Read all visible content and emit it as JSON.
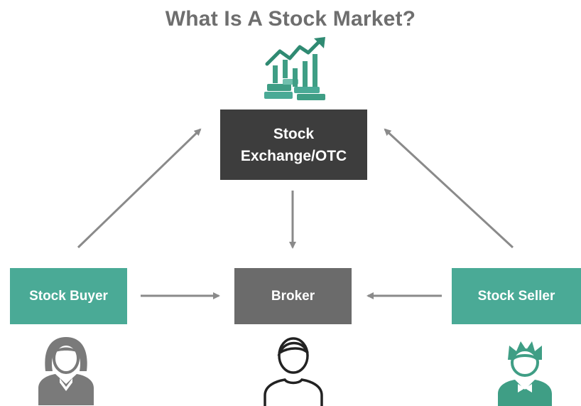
{
  "title": "What Is A Stock Market?",
  "nodes": {
    "exchange": "Stock Exchange/OTC",
    "broker": "Broker",
    "buyer": "Stock Buyer",
    "seller": "Stock Seller"
  },
  "colors": {
    "title": "#6e6e6e",
    "exchange": "#3d3d3d",
    "broker": "#6b6b6b",
    "teal": "#4aaa96",
    "arrow": "#8a8a8a",
    "person_gray": "#7a7a7a",
    "person_green": "#3f9e85"
  },
  "icons": {
    "market": "stock-growth-chart-icon",
    "buyer": "woman-person-icon",
    "broker": "man-person-outline-icon",
    "seller": "man-person-green-icon"
  }
}
